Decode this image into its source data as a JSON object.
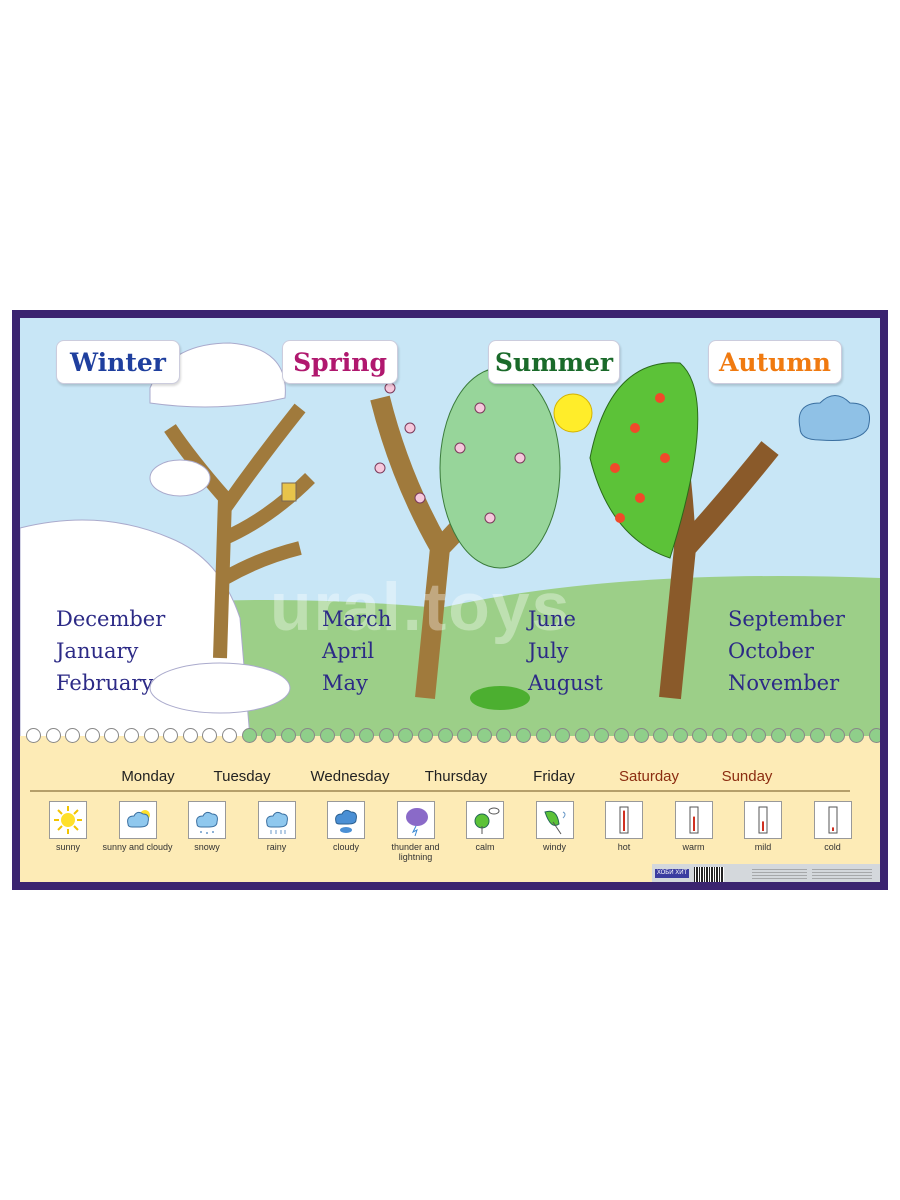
{
  "seasons": [
    {
      "name": "Winter",
      "color": "#1f3f9e",
      "months": [
        "December",
        "January",
        "February"
      ]
    },
    {
      "name": "Spring",
      "color": "#b0186e",
      "months": [
        "March",
        "April",
        "May"
      ]
    },
    {
      "name": "Summer",
      "color": "#1a6a2a",
      "months": [
        "June",
        "July",
        "August"
      ]
    },
    {
      "name": "Autumn",
      "color": "#f07a10",
      "months": [
        "September",
        "October",
        "November"
      ]
    }
  ],
  "days": [
    "Monday",
    "Tuesday",
    "Wednesday",
    "Thursday",
    "Friday",
    "Saturday",
    "Sunday"
  ],
  "weather": [
    {
      "label": "sunny",
      "icon": "sun-icon"
    },
    {
      "label": "sunny and cloudy",
      "icon": "sun-cloud-icon"
    },
    {
      "label": "snowy",
      "icon": "snow-cloud-icon"
    },
    {
      "label": "rainy",
      "icon": "rain-cloud-icon"
    },
    {
      "label": "cloudy",
      "icon": "cloud-icon"
    },
    {
      "label": "thunder and lightning",
      "icon": "thunder-cloud-icon"
    },
    {
      "label": "calm",
      "icon": "calm-tree-icon"
    },
    {
      "label": "windy",
      "icon": "windy-tree-icon"
    },
    {
      "label": "hot",
      "icon": "thermometer-icon",
      "level": 0.85
    },
    {
      "label": "warm",
      "icon": "thermometer-icon",
      "level": 0.6
    },
    {
      "label": "mild",
      "icon": "thermometer-icon",
      "level": 0.4
    },
    {
      "label": "cold",
      "icon": "thermometer-icon",
      "level": 0.15
    }
  ],
  "watermark": "ural.toys",
  "brand": "ХОБИ ХИТ"
}
